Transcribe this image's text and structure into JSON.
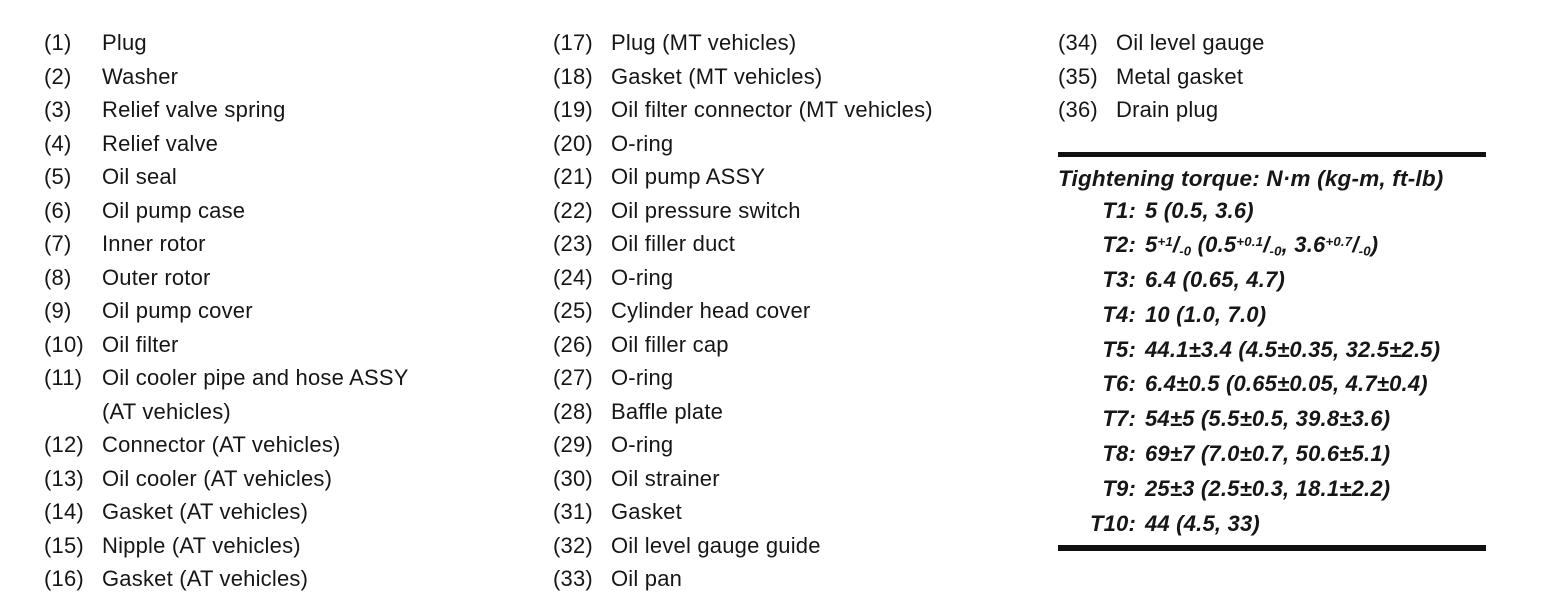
{
  "page": {
    "background_color": "#ffffff",
    "text_color": "#161616",
    "rule_color": "#101010"
  },
  "columns": [
    {
      "items": [
        {
          "number": "(1)",
          "label": "Plug"
        },
        {
          "number": "(2)",
          "label": "Washer"
        },
        {
          "number": "(3)",
          "label": "Relief valve spring"
        },
        {
          "number": "(4)",
          "label": "Relief valve"
        },
        {
          "number": "(5)",
          "label": "Oil seal"
        },
        {
          "number": "(6)",
          "label": "Oil pump case"
        },
        {
          "number": "(7)",
          "label": "Inner rotor"
        },
        {
          "number": "(8)",
          "label": "Outer rotor"
        },
        {
          "number": "(9)",
          "label": "Oil pump cover"
        },
        {
          "number": "(10)",
          "label": "Oil filter"
        },
        {
          "number": "(11)",
          "label": "Oil cooler pipe and hose ASSY",
          "label_line2": "(AT vehicles)"
        },
        {
          "number": "(12)",
          "label": "Connector (AT vehicles)"
        },
        {
          "number": "(13)",
          "label": "Oil cooler (AT vehicles)"
        },
        {
          "number": "(14)",
          "label": "Gasket (AT vehicles)"
        },
        {
          "number": "(15)",
          "label": "Nipple (AT vehicles)"
        },
        {
          "number": "(16)",
          "label": "Gasket (AT vehicles)"
        }
      ]
    },
    {
      "items": [
        {
          "number": "(17)",
          "label": "Plug (MT vehicles)"
        },
        {
          "number": "(18)",
          "label": "Gasket (MT vehicles)"
        },
        {
          "number": "(19)",
          "label": "Oil filter connector (MT vehicles)"
        },
        {
          "number": "(20)",
          "label": "O-ring"
        },
        {
          "number": "(21)",
          "label": "Oil pump ASSY"
        },
        {
          "number": "(22)",
          "label": "Oil pressure switch"
        },
        {
          "number": "(23)",
          "label": "Oil filler duct"
        },
        {
          "number": "(24)",
          "label": "O-ring"
        },
        {
          "number": "(25)",
          "label": "Cylinder head cover"
        },
        {
          "number": "(26)",
          "label": "Oil filler cap"
        },
        {
          "number": "(27)",
          "label": "O-ring"
        },
        {
          "number": "(28)",
          "label": "Baffle plate"
        },
        {
          "number": "(29)",
          "label": "O-ring"
        },
        {
          "number": "(30)",
          "label": "Oil strainer"
        },
        {
          "number": "(31)",
          "label": "Gasket"
        },
        {
          "number": "(32)",
          "label": "Oil level gauge guide"
        },
        {
          "number": "(33)",
          "label": "Oil pan"
        }
      ]
    },
    {
      "items": [
        {
          "number": "(34)",
          "label": "Oil level gauge"
        },
        {
          "number": "(35)",
          "label": "Metal gasket"
        },
        {
          "number": "(36)",
          "label": "Drain plug"
        }
      ]
    }
  ],
  "torque": {
    "title": "Tightening torque: N·m (kg-m, ft-lb)",
    "entries": [
      {
        "label": "T1:",
        "value": "5 (0.5, 3.6)"
      },
      {
        "label": "T2:",
        "value": "5^{+1}/_{-0} (0.5^{+0.1}/_{-0}, 3.6^{+0.7}/_{-0})"
      },
      {
        "label": "T3:",
        "value": "6.4 (0.65, 4.7)"
      },
      {
        "label": "T4:",
        "value": "10 (1.0, 7.0)"
      },
      {
        "label": "T5:",
        "value": "44.1±3.4 (4.5±0.35, 32.5±2.5)"
      },
      {
        "label": "T6:",
        "value": "6.4±0.5 (0.65±0.05, 4.7±0.4)"
      },
      {
        "label": "T7:",
        "value": "54±5 (5.5±0.5, 39.8±3.6)"
      },
      {
        "label": "T8:",
        "value": "69±7 (7.0±0.7, 50.6±5.1)"
      },
      {
        "label": "T9:",
        "value": "25±3 (2.5±0.3, 18.1±2.2)"
      },
      {
        "label": "T10:",
        "value": "44 (4.5, 33)"
      }
    ]
  }
}
